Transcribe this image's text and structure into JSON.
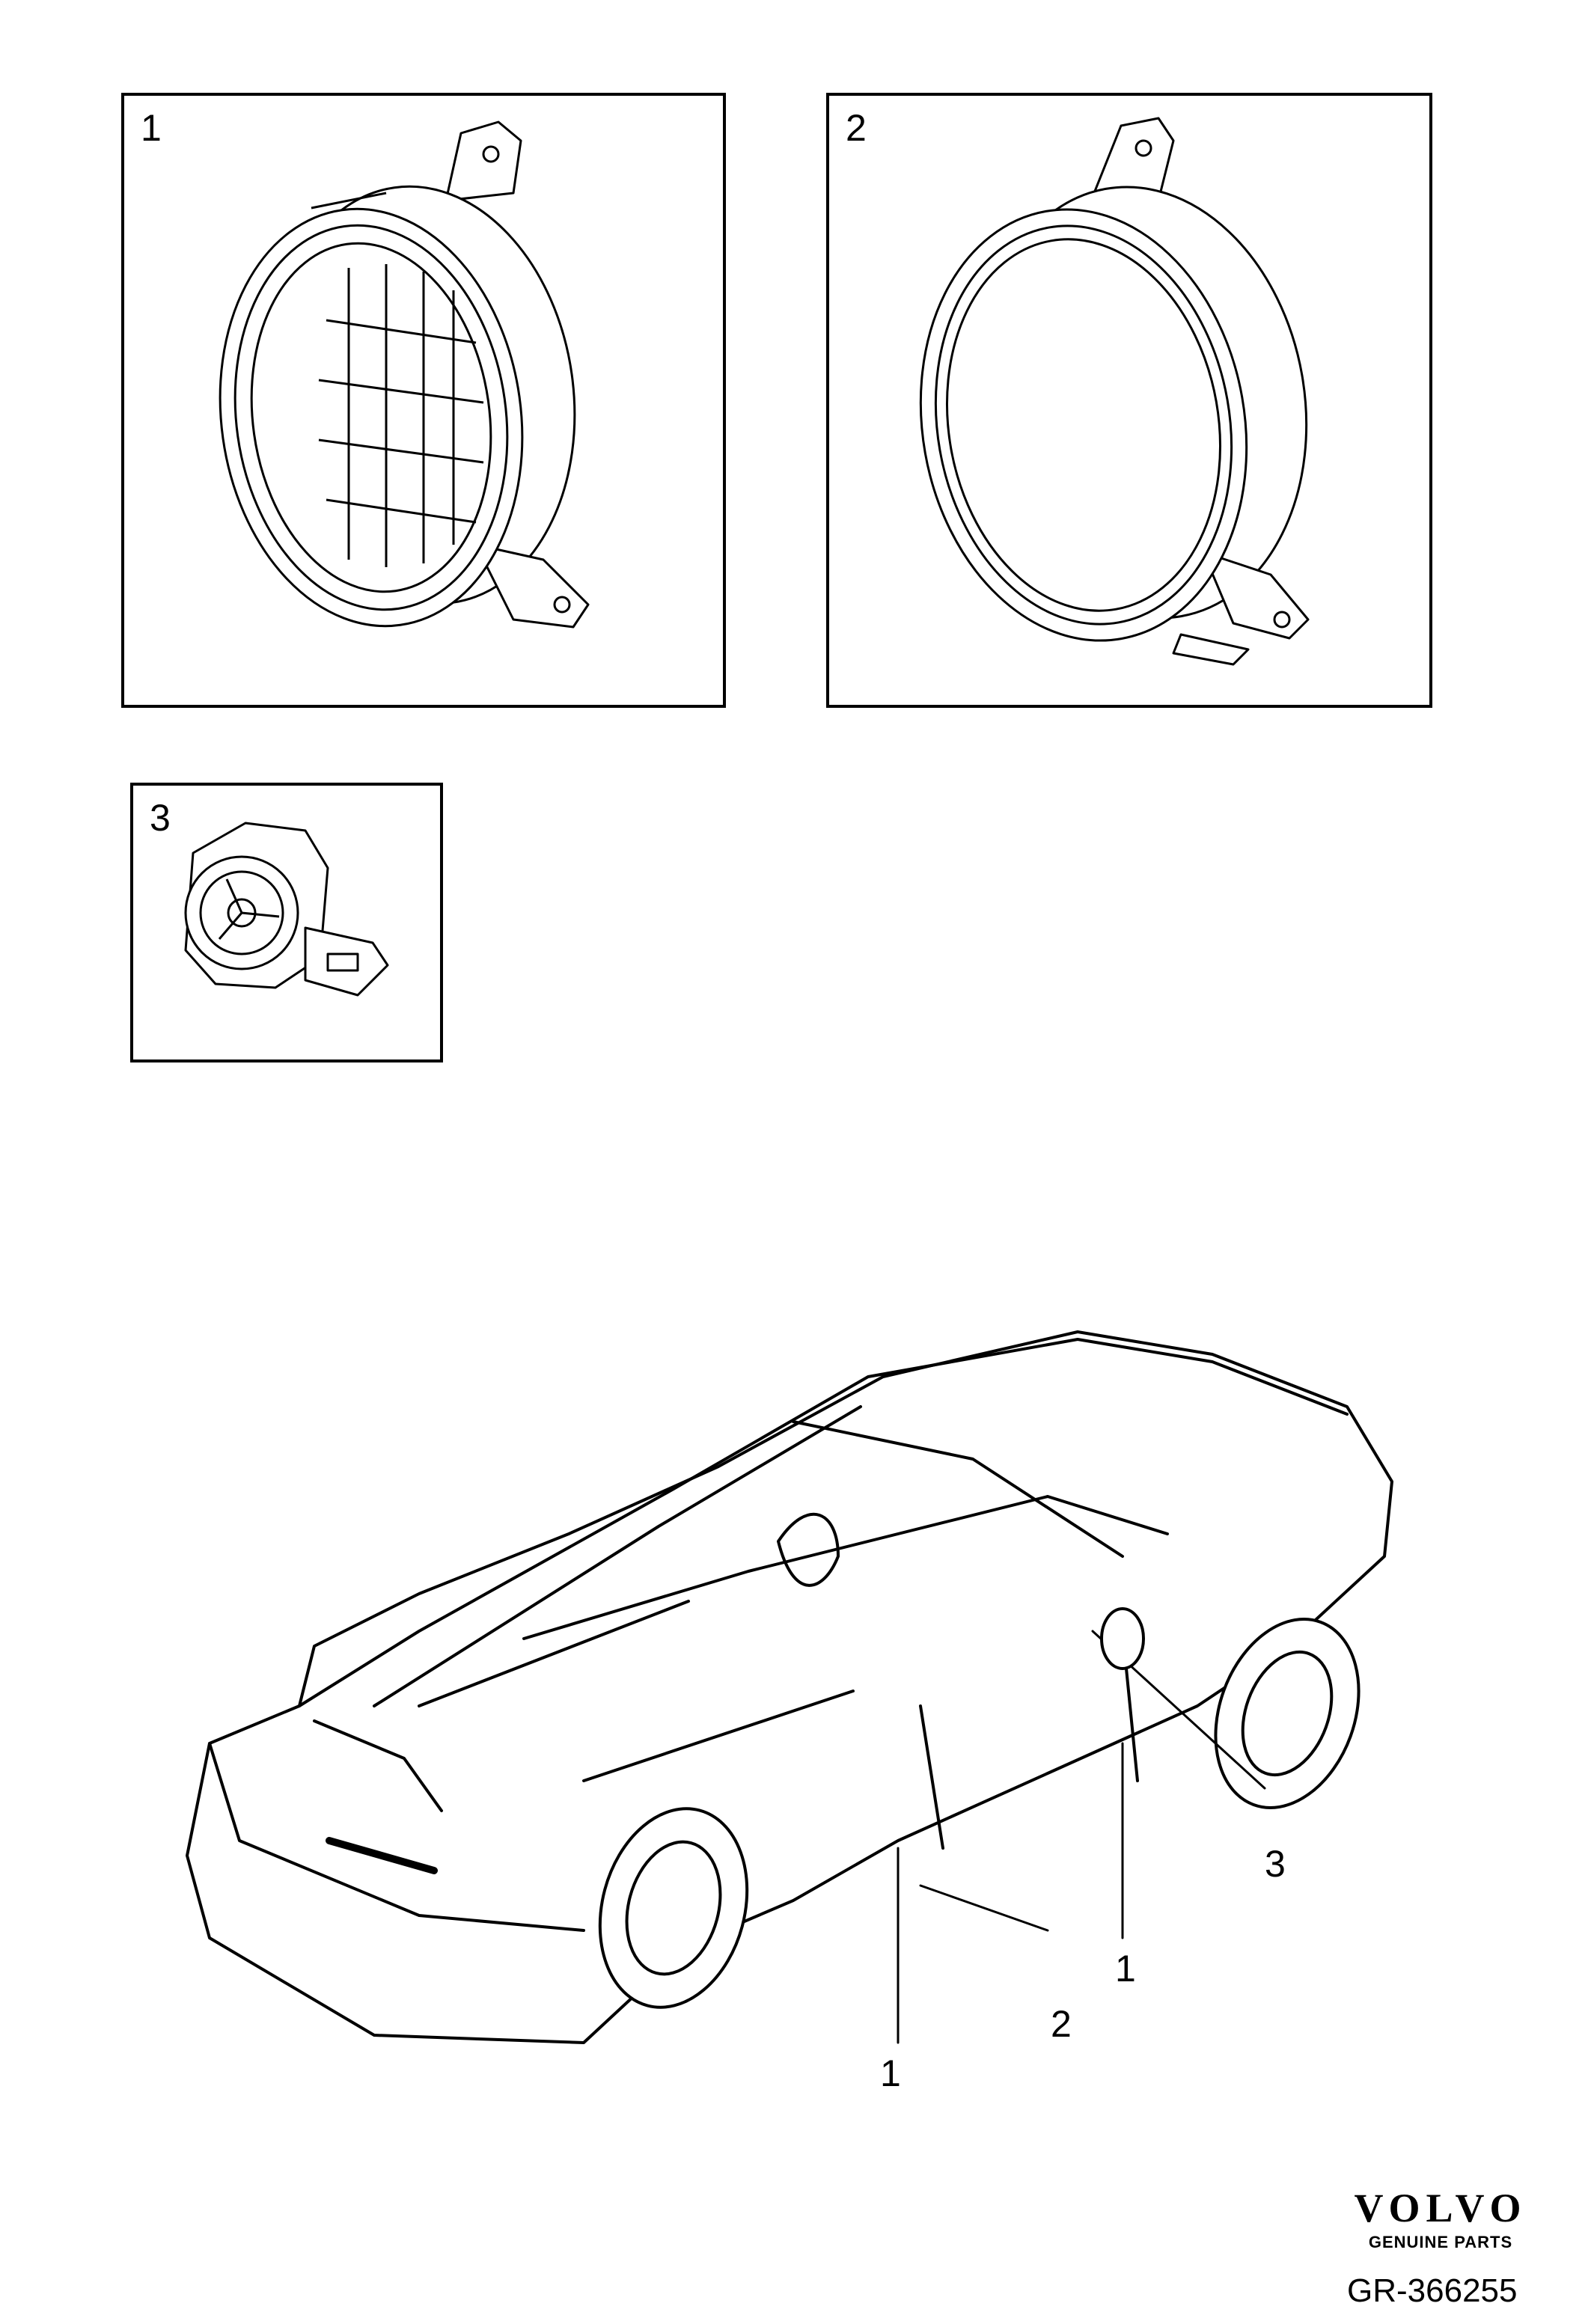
{
  "panels": [
    {
      "label": "1"
    },
    {
      "label": "2"
    },
    {
      "label": "3"
    }
  ],
  "callouts": [
    "3",
    "1",
    "2",
    "1"
  ],
  "brand": {
    "name": "VOLVO",
    "subtitle": "GENUINE PARTS"
  },
  "reference": "GR-366255",
  "icons": [
    "speaker-adapter-grille-icon",
    "speaker-adapter-ring-icon",
    "tweeter-speaker-icon",
    "car-cutaway-icon"
  ]
}
